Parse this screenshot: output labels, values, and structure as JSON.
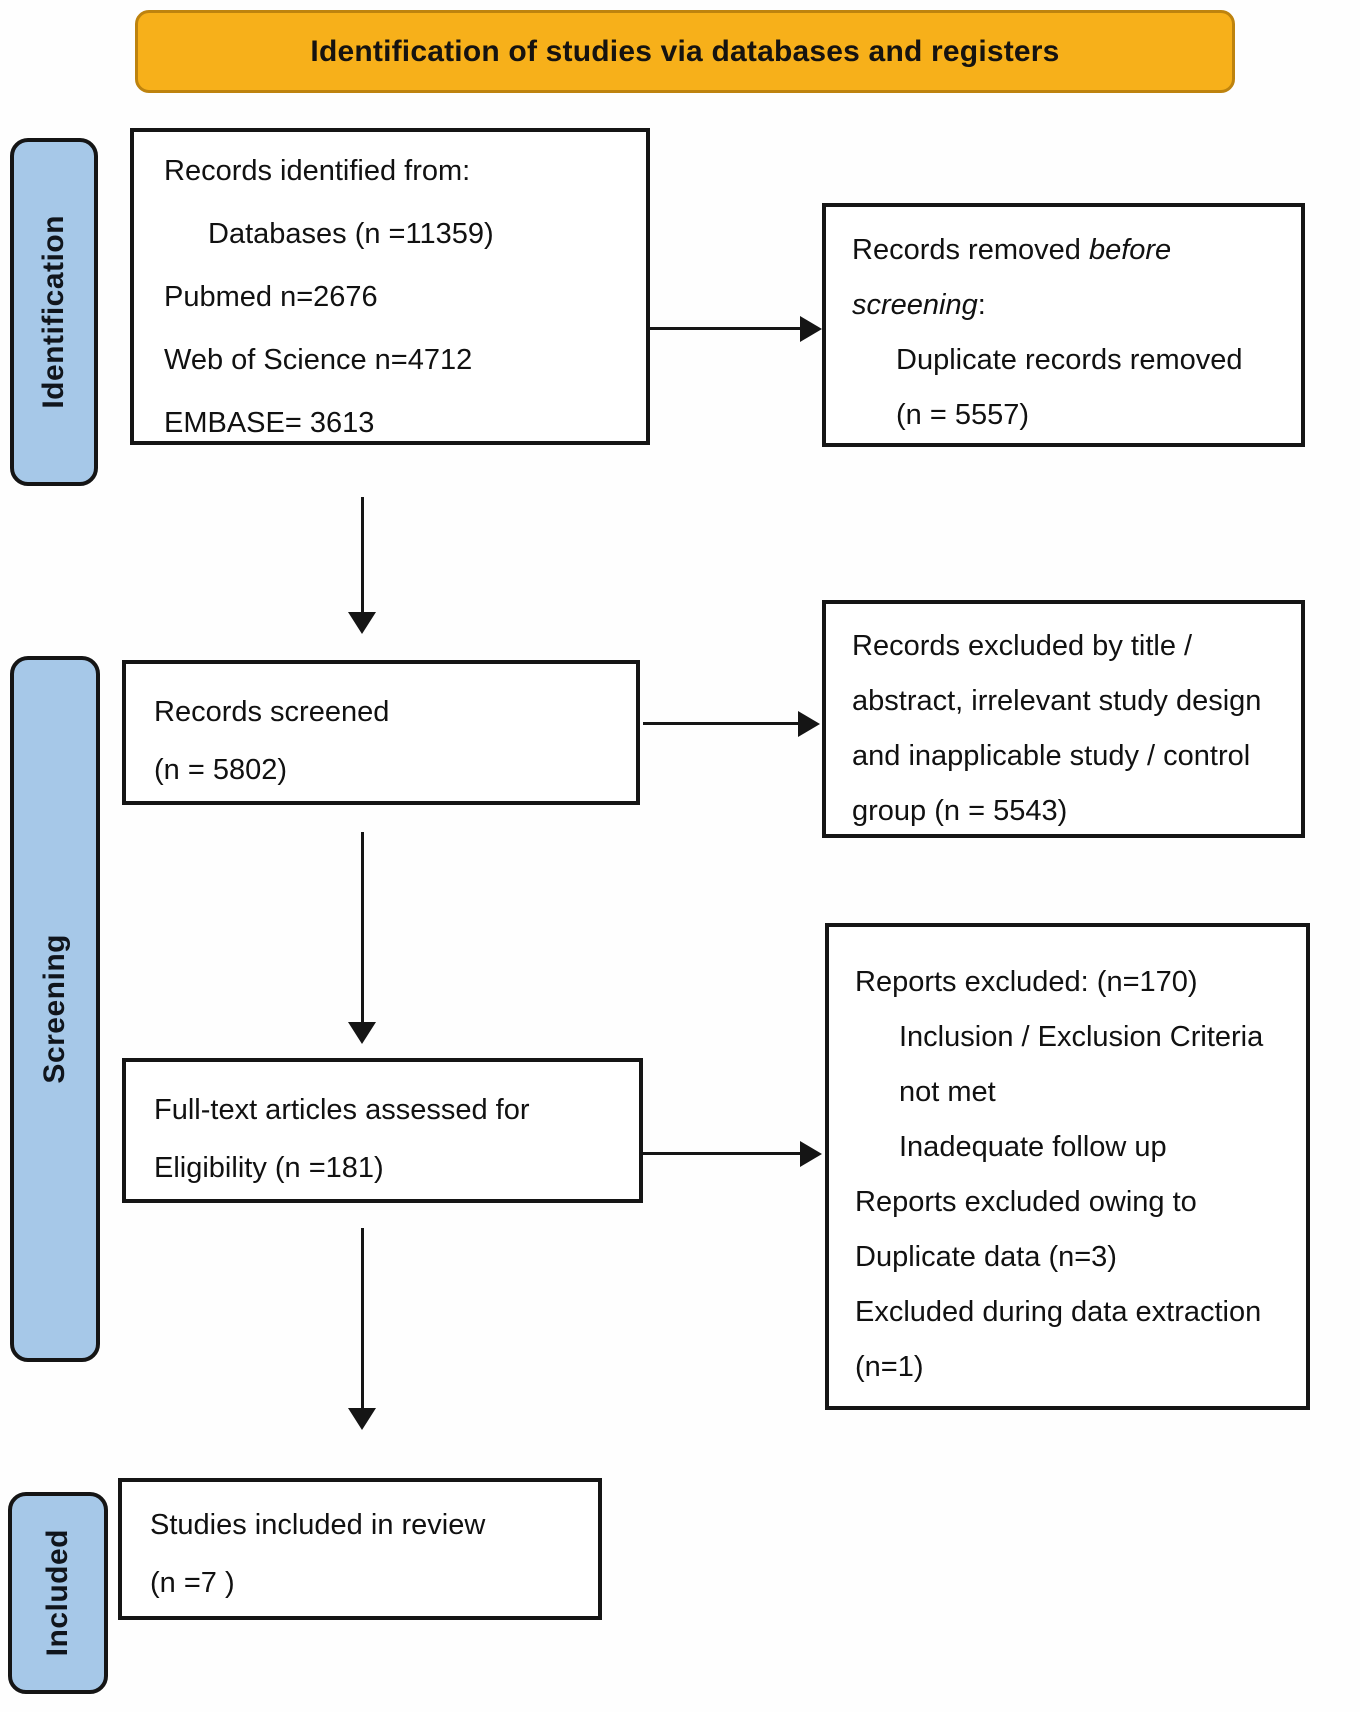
{
  "banner": {
    "label": "Identification of studies via databases and registers"
  },
  "stages": [
    {
      "label": "Identification"
    },
    {
      "label": "Screening"
    },
    {
      "label": "Included"
    }
  ],
  "colors": {
    "banner_fill": "#F7B01A",
    "banner_border": "#BE830E",
    "stage_fill": "#A6C8E8",
    "stage_border": "#151515",
    "box_border": "#151515",
    "arrow": "#151515",
    "text": "#111111",
    "background": "#FEFEFE"
  },
  "boxes": {
    "records_identified": {
      "lines": [
        {
          "text": "Records identified from:"
        },
        {
          "text": "Databases (n =11359)",
          "indent": 1
        },
        {
          "text": "Pubmed n=2676"
        },
        {
          "text": "Web of Science n=4712"
        },
        {
          "text": "EMBASE= 3613"
        }
      ]
    },
    "records_removed_before_screening": {
      "lines": [
        {
          "segments": [
            {
              "t": "Records removed "
            },
            {
              "t": "before",
              "i": true
            }
          ]
        },
        {
          "segments": [
            {
              "t": "screening",
              "i": true
            },
            {
              "t": ":"
            }
          ]
        },
        {
          "text": "Duplicate records removed",
          "indent": 1
        },
        {
          "text": "(n = 5557)",
          "indent": 1
        }
      ]
    },
    "records_screened": {
      "lines": [
        {
          "text": "Records screened"
        },
        {
          "text": "(n = 5802)"
        }
      ]
    },
    "records_excluded": {
      "lines": [
        {
          "text": "Records excluded by title /"
        },
        {
          "text": "abstract, irrelevant study design"
        },
        {
          "text": "and inapplicable study / control"
        },
        {
          "text": "group (n = 5543)"
        }
      ]
    },
    "fulltext_assessed": {
      "lines": [
        {
          "text": "Full-text articles assessed for"
        },
        {
          "text": "Eligibility (n =181)"
        }
      ]
    },
    "reports_excluded": {
      "lines": [
        {
          "text": "Reports excluded: (n=170)"
        },
        {
          "text": "Inclusion / Exclusion Criteria",
          "indent": 1
        },
        {
          "text": "not met",
          "indent": 1
        },
        {
          "text": "Inadequate follow up",
          "indent": 1
        },
        {
          "text": "Reports excluded owing to"
        },
        {
          "text": "Duplicate data (n=3)"
        },
        {
          "text": "Excluded during data extraction"
        },
        {
          "text": "(n=1)"
        }
      ]
    },
    "studies_included": {
      "lines": [
        {
          "text": "Studies included in review"
        },
        {
          "text": "(n =7 )"
        }
      ]
    }
  }
}
